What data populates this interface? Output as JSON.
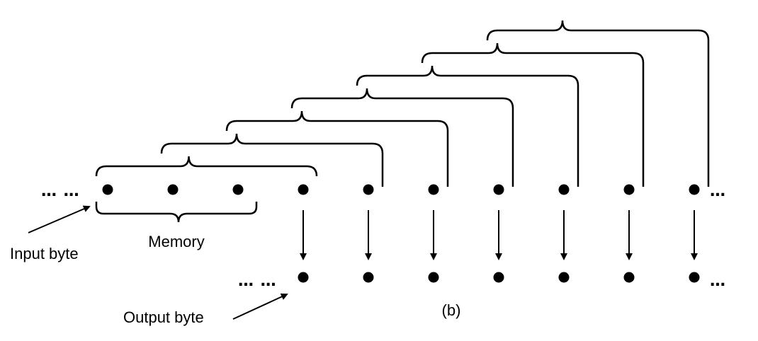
{
  "diagram": {
    "labels": {
      "memory": "Memory",
      "input_byte": "Input byte",
      "output_byte": "Output byte",
      "panel": "(b)"
    },
    "ellipsis": {
      "input_left": "… …",
      "input_right": "…",
      "output_left": "… …",
      "output_right": "…"
    },
    "colors": {
      "ink": "#000000",
      "background": "#ffffff"
    }
  }
}
